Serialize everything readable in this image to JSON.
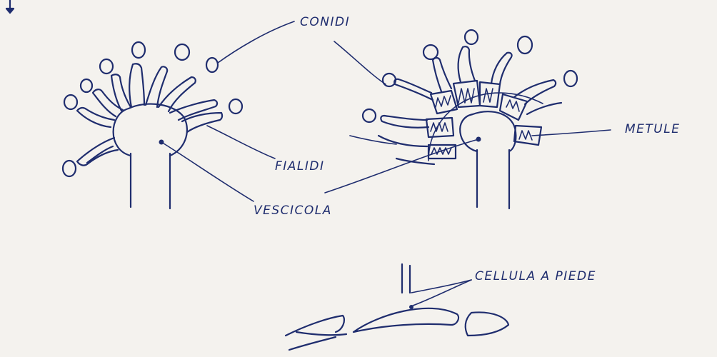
{
  "labels": {
    "conidi": "CONIDI",
    "fialidi": "FIALIDI",
    "vescicola": "VESCICOLA",
    "metule": "METULE",
    "cellula_a_piede": "CELLULA A PIEDE"
  }
}
